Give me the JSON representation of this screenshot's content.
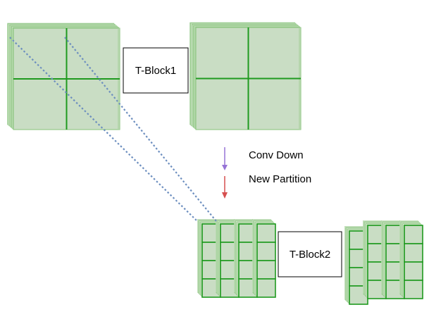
{
  "blocks": {
    "block1": {
      "label": "T-Block1"
    },
    "block2": {
      "label": "T-Block2"
    }
  },
  "legend": {
    "conv_down": {
      "label": "Conv Down",
      "color": "#9673d6"
    },
    "new_partition": {
      "label": "New Partition",
      "color": "#d64f4f"
    }
  },
  "colors": {
    "face": "#c9ddc4",
    "edge_light": "#e6f2e2",
    "edge_mid": "#aed3a4",
    "edge_dark": "#86c27a",
    "grid_line": "#1f9a1f",
    "dotted_link": "#6c8ebf"
  }
}
